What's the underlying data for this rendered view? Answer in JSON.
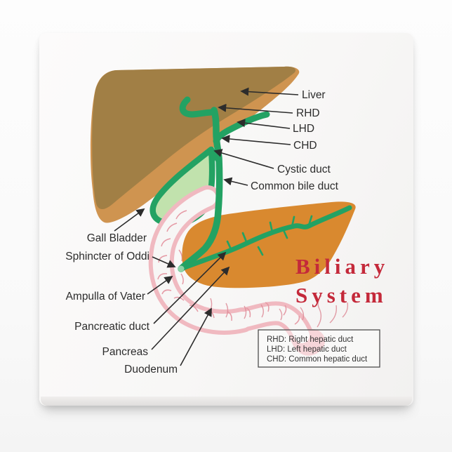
{
  "diagram": {
    "title": {
      "line1": "Biliary",
      "line2": "System"
    },
    "labels": {
      "liver": "Liver",
      "rhd": "RHD",
      "lhd": "LHD",
      "chd": "CHD",
      "cystic_duct": "Cystic duct",
      "common_bile_duct": "Common bile duct",
      "gall_bladder": "Gall Bladder",
      "sphincter_of_oddi": "Sphincter of Oddi",
      "ampulla_of_vater": "Ampulla of Vater",
      "pancreatic_duct": "Pancreatic duct",
      "pancreas": "Pancreas",
      "duodenum": "Duodenum"
    },
    "legend": {
      "items": [
        "RHD: Right hepatic duct",
        "LHD: Left hepatic duct",
        "CHD: Common hepatic duct"
      ]
    },
    "colors": {
      "liver_dark": "#a17f45",
      "liver_light": "#cf9450",
      "duct_green": "#23a263",
      "gallbladder_fill": "#c1e2ad",
      "pancreas_orange": "#d9892f",
      "duodenum_pink": "#f0b9c0",
      "fold_line_pink": "#dd8b97",
      "title_red": "#c4293a",
      "label_text": "#2c2c2c"
    }
  }
}
